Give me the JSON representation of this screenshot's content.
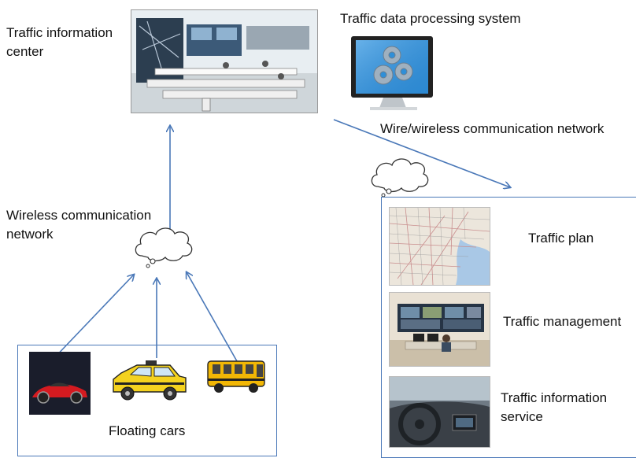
{
  "labels": {
    "info_center": "Traffic information center",
    "processing_system": "Traffic data processing system",
    "wire_network": "Wire/wireless communication network",
    "wireless_network": "Wireless communication network",
    "floating_cars": "Floating cars",
    "traffic_plan": "Traffic plan",
    "traffic_management": "Traffic management",
    "traffic_info_service": "Traffic information service"
  },
  "colors": {
    "arrow": "#4a78b8",
    "frame": "#4a78b8",
    "monitor_screen": "#2f8fd8",
    "gear": "#9fb0bf"
  }
}
